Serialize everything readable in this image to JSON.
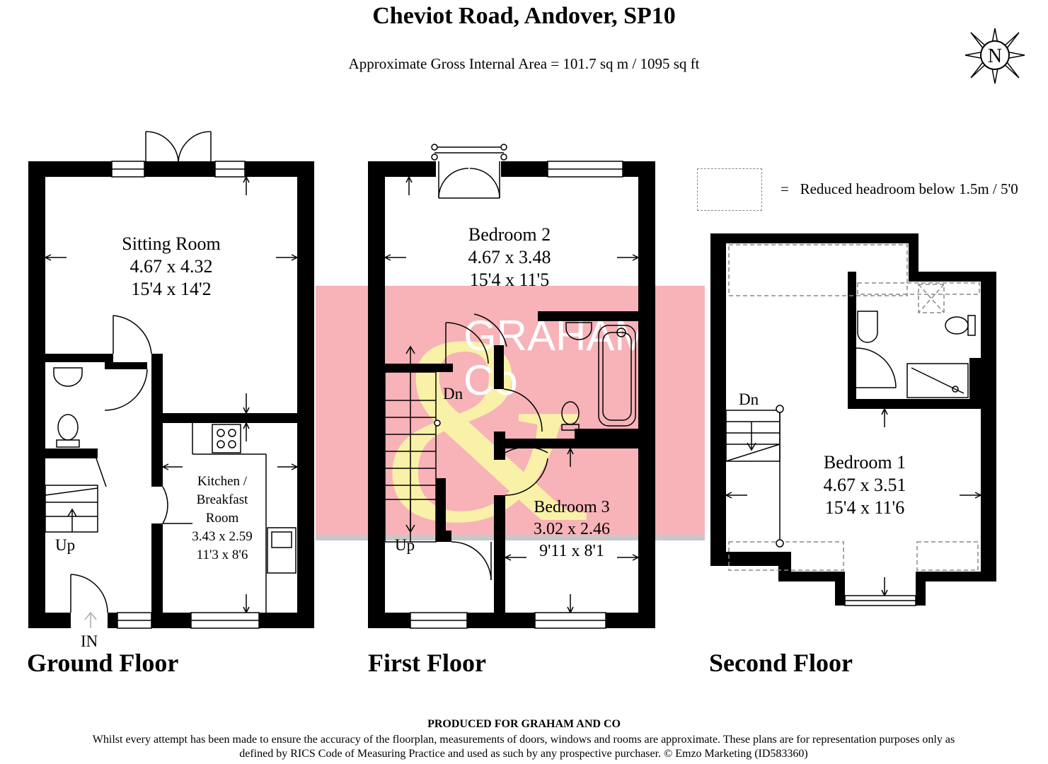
{
  "header": {
    "title": "Cheviot Road, Andover, SP10",
    "area": "Approximate Gross Internal Area = 101.7 sq m / 1095 sq ft"
  },
  "legend": {
    "text": "=   Reduced headroom below 1.5m / 5'0"
  },
  "compass": {
    "letter": "N"
  },
  "watermark": {
    "brand_line1": "GRAHAM",
    "brand_line2": "Co"
  },
  "floors": {
    "ground": {
      "label": "Ground Floor",
      "sitting_room": {
        "name": "Sitting Room",
        "metric": "4.67 x 4.32",
        "imperial": "15'4 x 14'2"
      },
      "kitchen": {
        "name_l1": "Kitchen /",
        "name_l2": "Breakfast",
        "name_l3": "Room",
        "metric": "3.43 x 2.59",
        "imperial": "11'3 x 8'6"
      },
      "stair_label": "Up",
      "entrance_label": "IN"
    },
    "first": {
      "label": "First Floor",
      "bedroom2": {
        "name": "Bedroom 2",
        "metric": "4.67 x 3.48",
        "imperial": "15'4 x 11'5"
      },
      "bedroom3": {
        "name": "Bedroom 3",
        "metric": "3.02 x 2.46",
        "imperial": "9'11 x 8'1"
      },
      "stair_down": "Dn",
      "stair_up": "Up"
    },
    "second": {
      "label": "Second Floor",
      "bedroom1": {
        "name": "Bedroom 1",
        "metric": "4.67 x 3.51",
        "imperial": "15'4 x 11'6"
      },
      "stair_down": "Dn"
    }
  },
  "footer": {
    "produced": "PRODUCED FOR GRAHAM AND CO",
    "disclaimer": "Whilst every attempt has been made to ensure the accuracy of the floorplan, measurements of doors, windows and rooms are approximate. These plans are for representation purposes only as defined by RICS Code of Measuring Practice and used as such by any prospective purchaser. © Emzo Marketing (ID583360)"
  },
  "colors": {
    "wall": "#000000",
    "watermark_bg": "#f7b3b8",
    "watermark_symbol": "#f9f1a8",
    "watermark_text": "#ffffff"
  }
}
